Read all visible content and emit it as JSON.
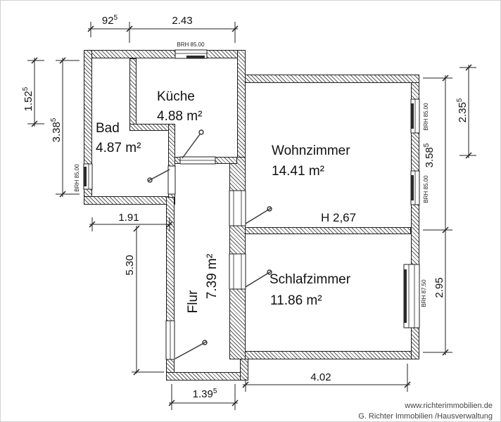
{
  "rooms": {
    "kueche": {
      "name": "Küche",
      "area": "4.88 m²"
    },
    "bad": {
      "name": "Bad",
      "area": "4.87 m²"
    },
    "wohnzimmer": {
      "name": "Wohnzimmer",
      "area": "14.41 m²"
    },
    "schlafzimmer": {
      "name": "Schlafzimmer",
      "area": "11.86 m²"
    },
    "flur": {
      "name": "Flur",
      "area": "7.39 m²"
    }
  },
  "ceiling_height": "H 2,67",
  "windows": {
    "top": "BRH 85.00",
    "left": "BRH 85.00",
    "right_top": "BRH 85.00",
    "right_middle": "BRH 85.00",
    "right_bottom": "BRH 87.50"
  },
  "dimensions": {
    "top_bad": {
      "main": "92",
      "sup": "5"
    },
    "top_kueche": {
      "main": "2.43"
    },
    "left_upper": {
      "main": "1.52",
      "sup": "5"
    },
    "left_total": {
      "main": "3.38",
      "sup": "5"
    },
    "bad_width": {
      "main": "1.91"
    },
    "flur_length": {
      "main": "5.30"
    },
    "flur_width": {
      "main": "1.39",
      "sup": "5"
    },
    "schlaf_width": {
      "main": "4.02"
    },
    "right_window": {
      "main": "2.35",
      "sup": "5"
    },
    "wohn_depth": {
      "main": "3.58",
      "sup": "5"
    },
    "schlaf_depth": {
      "main": "2.95"
    }
  },
  "footer": {
    "website": "www.richterimmobilien.de",
    "company": "G. Richter Immobilien /Hausverwaltung"
  }
}
